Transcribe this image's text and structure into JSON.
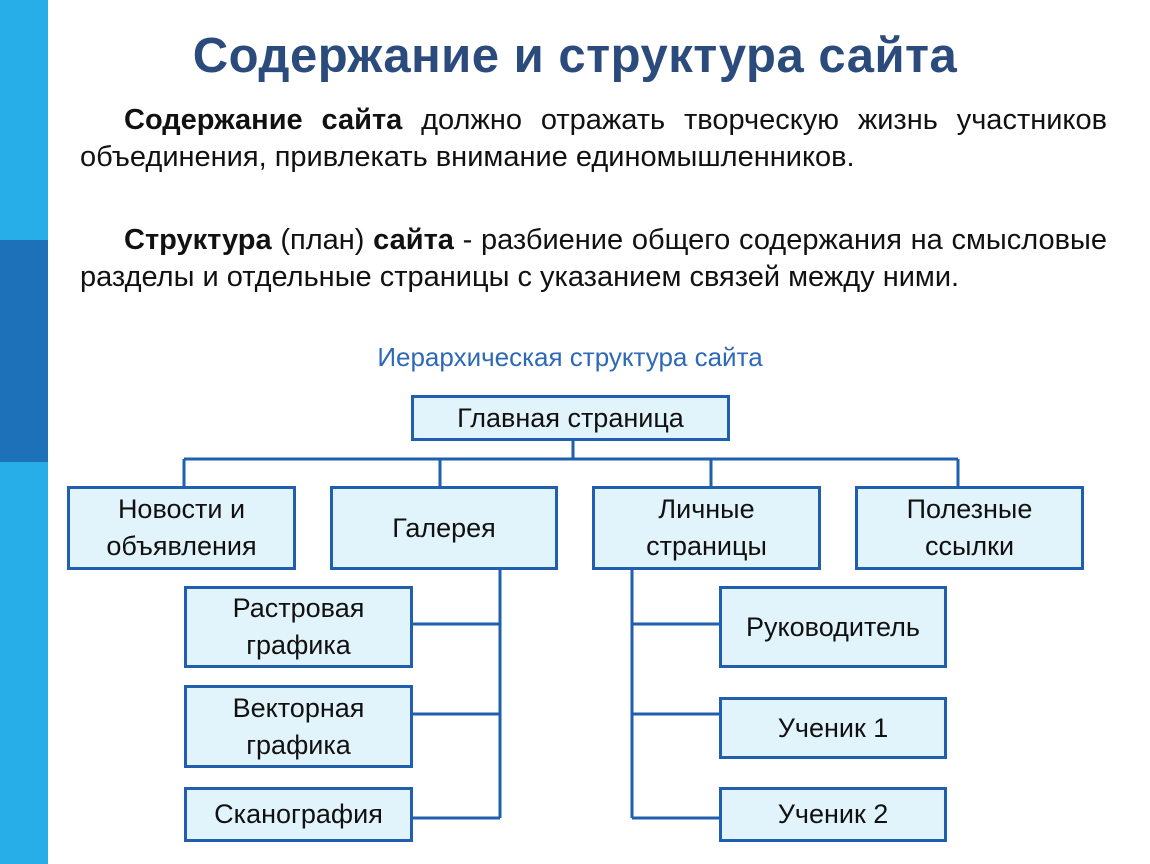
{
  "slide": {
    "title": "Содержание и структура сайта",
    "paragraph1": {
      "bold": "Содержание сайта",
      "rest": " должно отражать творческую жизнь участников объединения, привлекать внимание единомышленников."
    },
    "paragraph2": {
      "bold1": "Структура",
      "plain1": " (план) ",
      "bold2": "сайта",
      "rest": " - разбиение общего содержания на смысловые разделы и отдельные страницы с указанием связей между ними."
    }
  },
  "diagram": {
    "caption": "Иерархическая структура сайта",
    "root": "Главная страница",
    "sections": {
      "news": [
        "Новости и",
        "объявления"
      ],
      "gallery": "Галерея",
      "personal": [
        "Личные",
        "страницы"
      ],
      "links": [
        "Полезные",
        "ссылки"
      ]
    },
    "gallery_children": {
      "raster": [
        "Растровая",
        "графика"
      ],
      "vector": [
        "Векторная",
        "графика"
      ],
      "scan": "Сканография"
    },
    "personal_children": {
      "leader": "Руководитель",
      "student1": "Ученик 1",
      "student2": "Ученик 2"
    },
    "colors": {
      "box_fill": "#e1f3fb",
      "box_border": "#1f5fae",
      "title": "#2a4b7c",
      "caption": "#2e69b8",
      "sidebar_light": "#27aee8",
      "sidebar_dark": "#1d71b8"
    }
  }
}
